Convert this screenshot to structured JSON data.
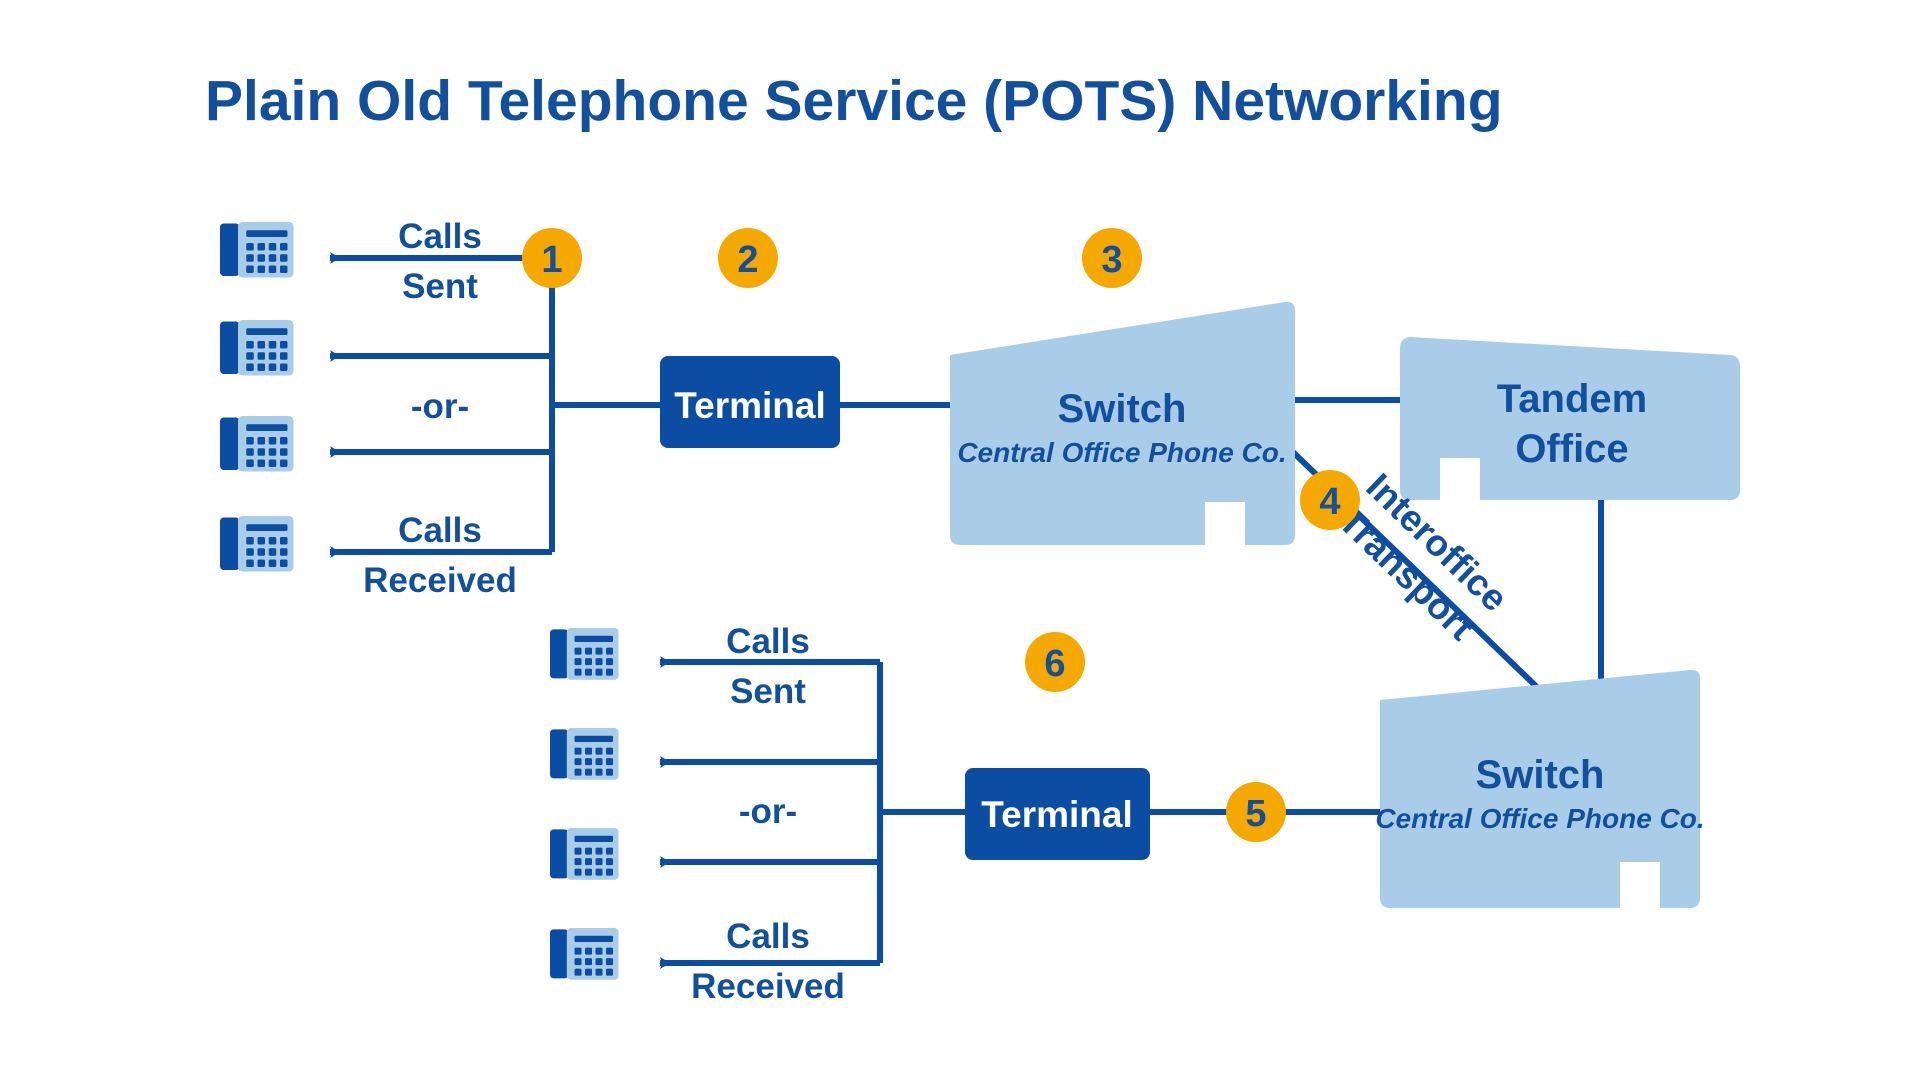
{
  "title": "Plain Old Telephone Service (POTS) Networking",
  "colors": {
    "brand_blue": "#12509E",
    "line_blue": "#0B4DA2",
    "building_fill": "#A9CCE8",
    "terminal_fill": "#0B4DA2",
    "step_circle_fill": "#F5A800",
    "phone_dark": "#0B4DA2",
    "phone_light": "#A9CCE8",
    "background": "#FFFFFF"
  },
  "steps": [
    {
      "id": 1,
      "label": "1"
    },
    {
      "id": 2,
      "label": "2"
    },
    {
      "id": 3,
      "label": "3"
    },
    {
      "id": 4,
      "label": "4"
    },
    {
      "id": 5,
      "label": "5"
    },
    {
      "id": 6,
      "label": "6"
    }
  ],
  "top_group": {
    "calls_sent_line1": "Calls",
    "calls_sent_line2": "Sent",
    "or_label": "-or-",
    "calls_received_line1": "Calls",
    "calls_received_line2": "Received",
    "phones": [
      {
        "name": "phone-1"
      },
      {
        "name": "phone-2"
      },
      {
        "name": "phone-3"
      },
      {
        "name": "phone-4"
      }
    ],
    "terminal_label": "Terminal",
    "switch": {
      "name": "Switch",
      "subtitle": "Central Office Phone Co."
    }
  },
  "bottom_group": {
    "calls_sent_line1": "Calls",
    "calls_sent_line2": "Sent",
    "or_label": "-or-",
    "calls_received_line1": "Calls",
    "calls_received_line2": "Received",
    "phones": [
      {
        "name": "phone-5"
      },
      {
        "name": "phone-6"
      },
      {
        "name": "phone-7"
      },
      {
        "name": "phone-8"
      }
    ],
    "terminal_label": "Terminal",
    "switch": {
      "name": "Switch",
      "subtitle": "Central Office Phone Co."
    }
  },
  "tandem_office": {
    "line1": "Tandem",
    "line2": "Office"
  },
  "interoffice": {
    "line1": "Interoffice",
    "line2": "Transport"
  }
}
